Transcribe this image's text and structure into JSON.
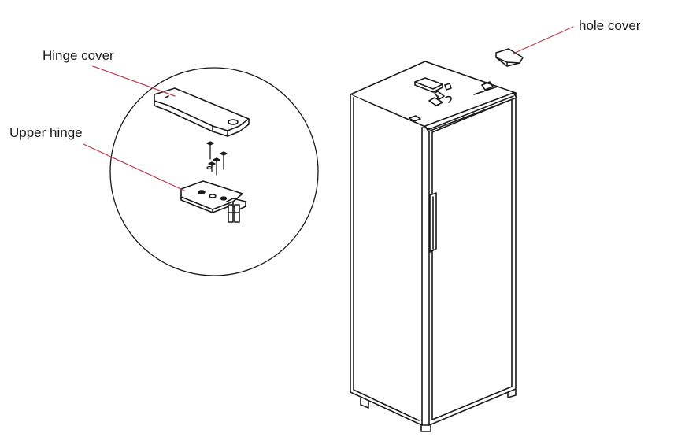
{
  "labels": {
    "hinge_cover": "Hinge cover",
    "upper_hinge": "Upper hinge",
    "hole_cover": "hole cover"
  },
  "colors": {
    "line": "#1a1a1a",
    "leader": "#c0394b",
    "background": "#ffffff"
  }
}
